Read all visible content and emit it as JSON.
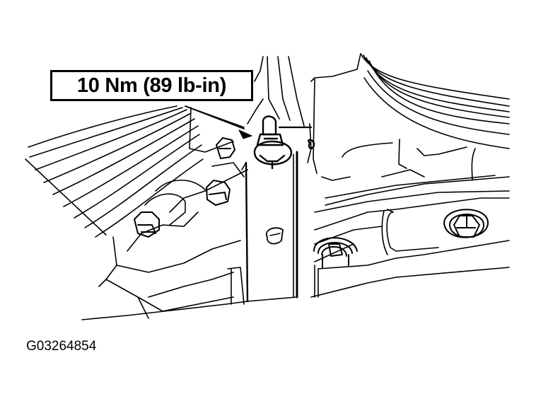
{
  "diagram": {
    "callout": {
      "label": "10 Nm (89 lb-in)",
      "torque_nm": 10,
      "torque_lb_in": 89
    },
    "figure_id": "G03264854",
    "colors": {
      "line": "#000000",
      "background": "#ffffff"
    },
    "components": [
      "bracket",
      "bolt",
      "mounting-bolts",
      "engine-block-housing"
    ]
  }
}
